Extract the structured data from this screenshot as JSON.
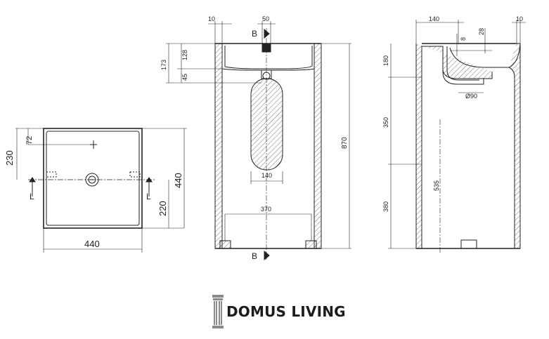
{
  "brand": {
    "name": "DOMUS LIVING",
    "logo": "column-pillar-logo"
  },
  "views": {
    "top": {
      "dims": {
        "width": "440",
        "depth": "440",
        "tap_offset": "72",
        "back_to_section": "230",
        "front_to_section": "220"
      },
      "section_marker": "L"
    },
    "front_section": {
      "dims": {
        "top_margin": "10",
        "tap_width": "50",
        "bowl_total": "173",
        "bowl_depth": "128",
        "rim": "45",
        "height": "870",
        "trap_width": "140",
        "base_width": "370"
      },
      "section_marker": "B"
    },
    "side_section": {
      "dims": {
        "wall": "140",
        "right_margin": "10",
        "drain_depth": "28",
        "small": "8",
        "upper": "180",
        "middle": "350",
        "lower": "380",
        "drain_height": "535",
        "drain_dia": "Ø90"
      }
    }
  }
}
